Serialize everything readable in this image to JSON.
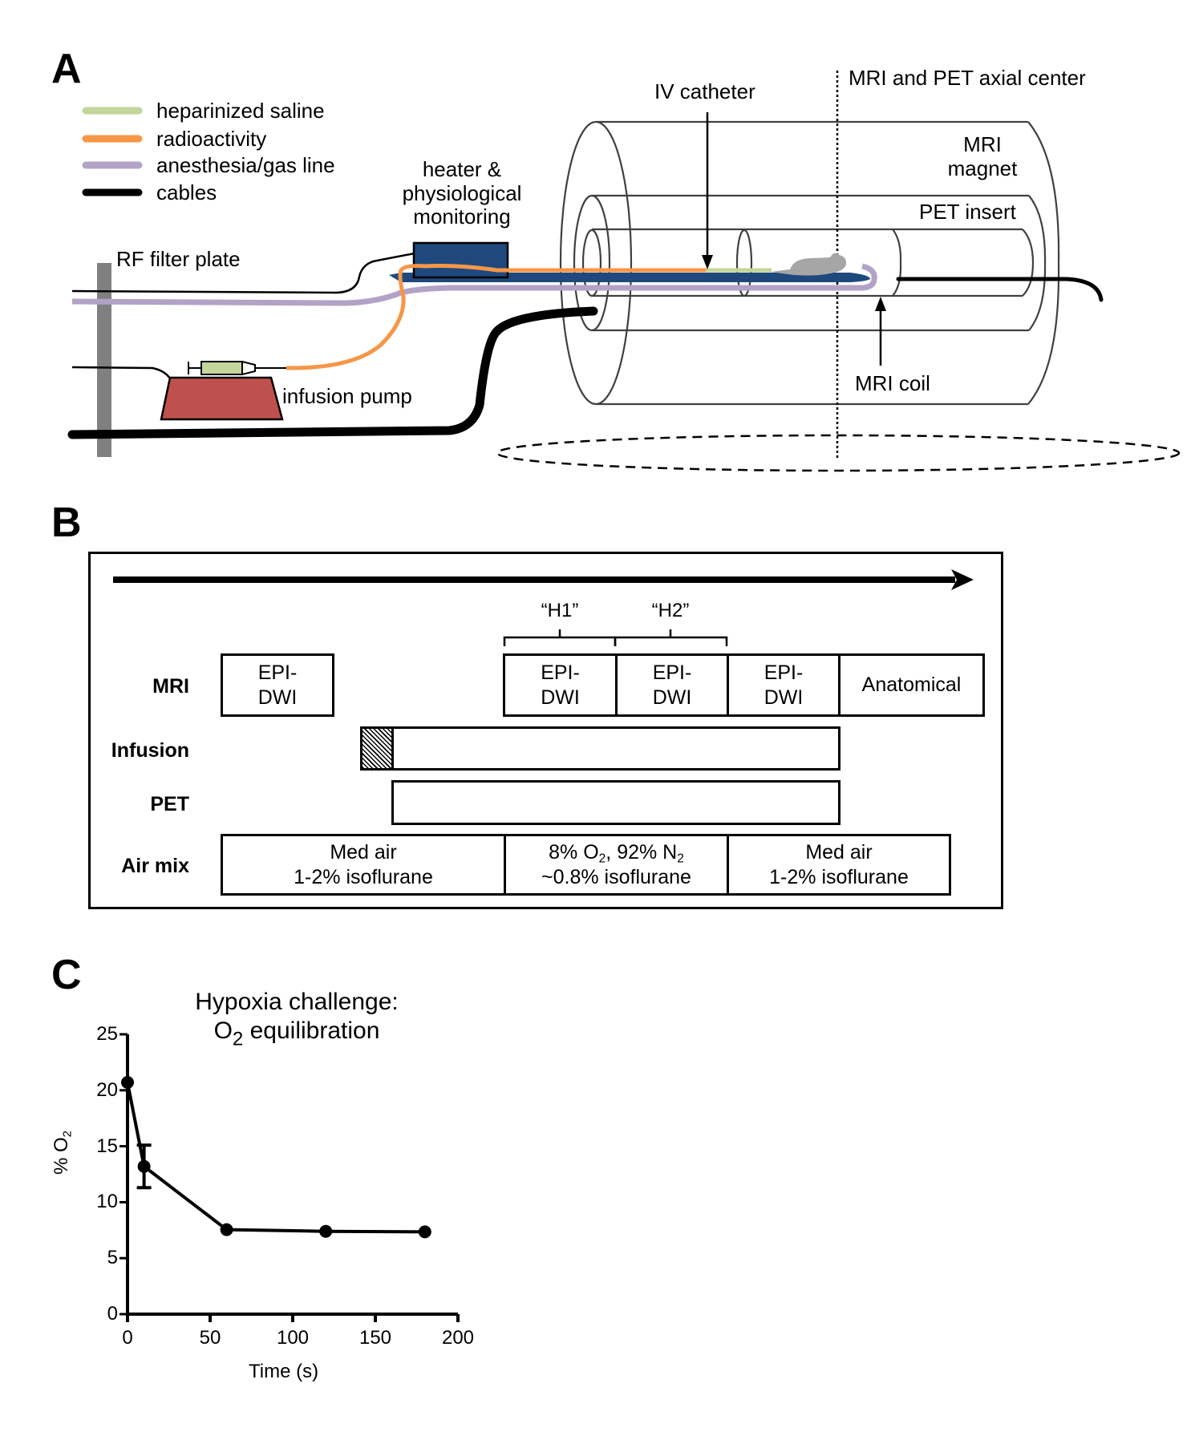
{
  "panelA": {
    "letter": "A",
    "legend": [
      {
        "label": "heparinized saline",
        "color": "#c3d69b"
      },
      {
        "label": "radioactivity",
        "color": "#f79646"
      },
      {
        "label": "anesthesia/gas line",
        "color": "#b3a2c7"
      },
      {
        "label": "cables",
        "color": "#000000"
      }
    ],
    "labels": {
      "rf_filter_plate": "RF filter plate",
      "heater_line1": "heater &",
      "heater_line2": "physiological",
      "heater_line3": "monitoring",
      "infusion_pump": "infusion pump",
      "iv_catheter": "IV catheter",
      "axial_center": "MRI and PET axial center",
      "mri_magnet_line1": "MRI",
      "mri_magnet_line2": "magnet",
      "pet_insert": "PET insert",
      "mri_coil": "MRI coil"
    },
    "colors": {
      "heater": "#1f497d",
      "pump": "#c0504d",
      "plate": "#808080",
      "mouse": "#a6a6a6",
      "syringe": "#c3d69b"
    }
  },
  "panelB": {
    "letter": "B",
    "row_labels": {
      "mri": "MRI",
      "infusion": "Infusion",
      "pet": "PET",
      "airmix": "Air mix"
    },
    "brackets": [
      "“H1”",
      "“H2”"
    ],
    "mri_blocks": [
      {
        "line1": "EPI-",
        "line2": "DWI"
      },
      {
        "line1": "EPI-",
        "line2": "DWI"
      },
      {
        "line1": "EPI-",
        "line2": "DWI"
      },
      {
        "line1": "EPI-",
        "line2": "DWI"
      },
      {
        "line1": "Anatomical",
        "line2": ""
      }
    ],
    "airmix_blocks": [
      {
        "line1": "Med air",
        "line2": "1-2% isoflurane"
      },
      {
        "line1_a": "8% O",
        "line1_sub1": "2",
        "line1_b": ", 92% N",
        "line1_sub2": "2",
        "line2": "~0.8% isoflurane"
      },
      {
        "line1": "Med air",
        "line2": "1-2% isoflurane"
      }
    ]
  },
  "panelC": {
    "letter": "C"
  },
  "chart_data": {
    "type": "line",
    "title_line1": "Hypoxia challenge:",
    "title_line2_main": "O",
    "title_line2_sub": "2",
    "title_line2_rest": " equilibration",
    "xlabel": "Time (s)",
    "ylabel_main": "% O",
    "ylabel_sub": "2",
    "xlim": [
      0,
      200
    ],
    "ylim": [
      0,
      25
    ],
    "xticks": [
      0,
      50,
      100,
      150,
      200
    ],
    "yticks": [
      0,
      5,
      10,
      15,
      20,
      25
    ],
    "grid": false,
    "series": [
      {
        "name": "% O2",
        "x": [
          0,
          10,
          60,
          120,
          180
        ],
        "y": [
          20.7,
          13.2,
          7.55,
          7.4,
          7.35
        ],
        "error_low": [
          null,
          11.3,
          null,
          null,
          null
        ],
        "error_high": [
          null,
          15.1,
          null,
          null,
          null
        ]
      }
    ]
  }
}
